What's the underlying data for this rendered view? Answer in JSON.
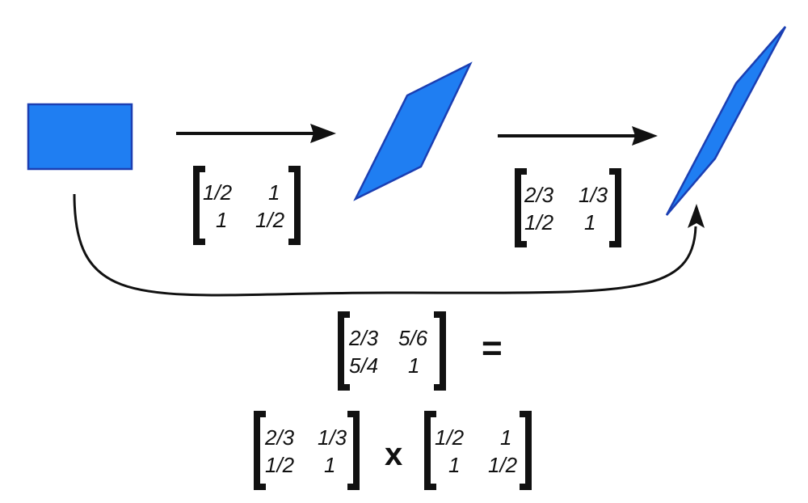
{
  "colors": {
    "shape_fill": "#1f7ef2",
    "shape_stroke": "#1b3fb3",
    "ink": "#111111"
  },
  "matrix_a": {
    "r1c1": "1/2",
    "r1c2": "1",
    "r2c1": "1",
    "r2c2": "1/2"
  },
  "matrix_b": {
    "r1c1": "2/3",
    "r1c2": "1/3",
    "r2c1": "1/2",
    "r2c2": "1"
  },
  "matrix_product": {
    "r1c1": "2/3",
    "r1c2": "5/6",
    "r2c1": "5/4",
    "r2c2": "1"
  },
  "equation": {
    "equals": "=",
    "times": "x",
    "left": {
      "r1c1": "2/3",
      "r1c2": "1/3",
      "r2c1": "1/2",
      "r2c2": "1"
    },
    "right": {
      "r1c1": "1/2",
      "r1c2": "1",
      "r2c1": "1",
      "r2c2": "1/2"
    }
  }
}
